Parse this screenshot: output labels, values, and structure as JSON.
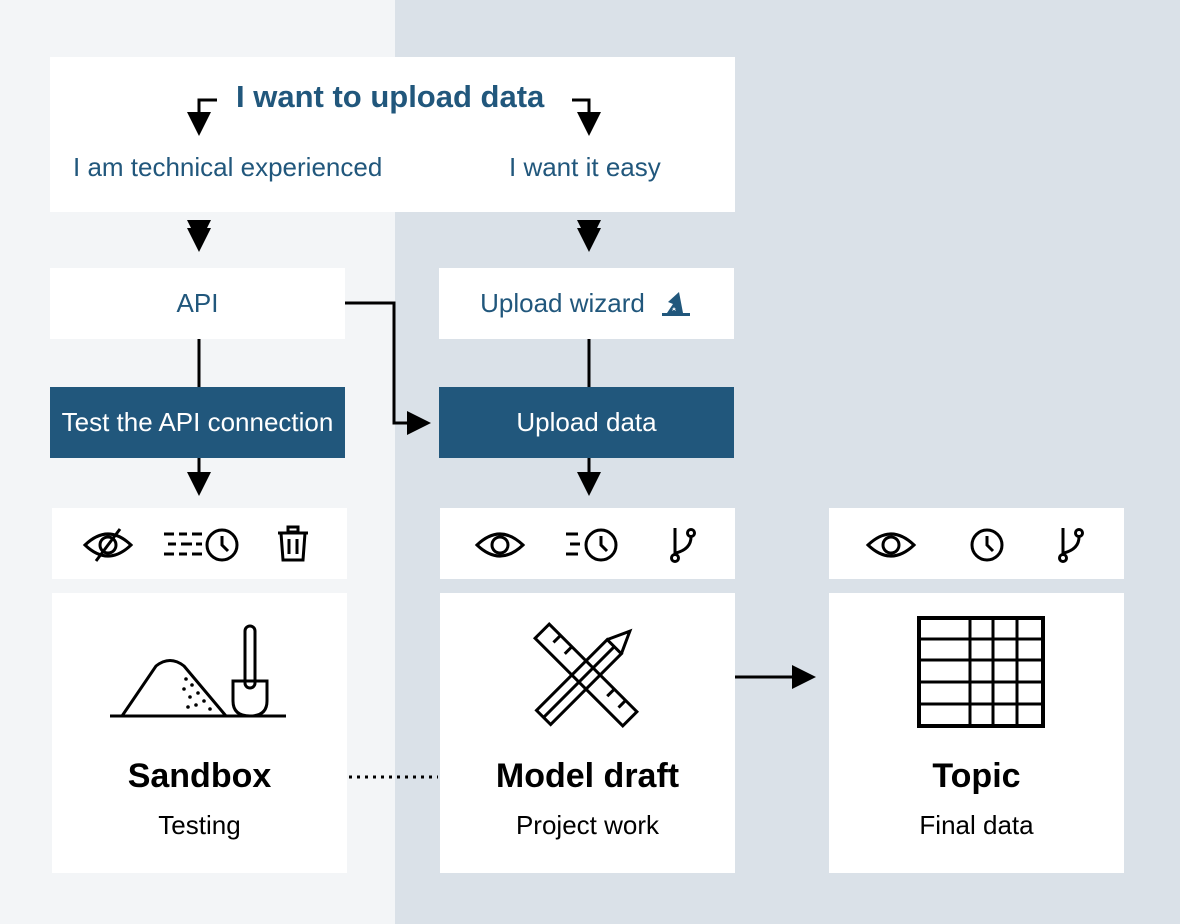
{
  "header": {
    "title": "I want to upload data",
    "option_technical": "I am technical experienced",
    "option_easy": "I want it easy"
  },
  "left": {
    "api_label": "API",
    "test_label": "Test the API connection"
  },
  "right": {
    "wizard_label": "Upload wizard",
    "upload_label": "Upload data"
  },
  "cards": [
    {
      "title": "Sandbox",
      "subtitle": "Testing"
    },
    {
      "title": "Model draft",
      "subtitle": "Project work"
    },
    {
      "title": "Topic",
      "subtitle": "Final data"
    }
  ],
  "icons": {
    "sandbox": [
      "eye-crossed-icon",
      "list-history-icon",
      "trash-icon"
    ],
    "model_draft": [
      "eye-icon",
      "list-history-icon",
      "branch-icon"
    ],
    "topic": [
      "eye-icon",
      "clock-icon",
      "branch-icon"
    ]
  },
  "colors": {
    "accent": "#21577c",
    "left_background": "#f3f5f7",
    "right_background": "#dae1e8"
  }
}
